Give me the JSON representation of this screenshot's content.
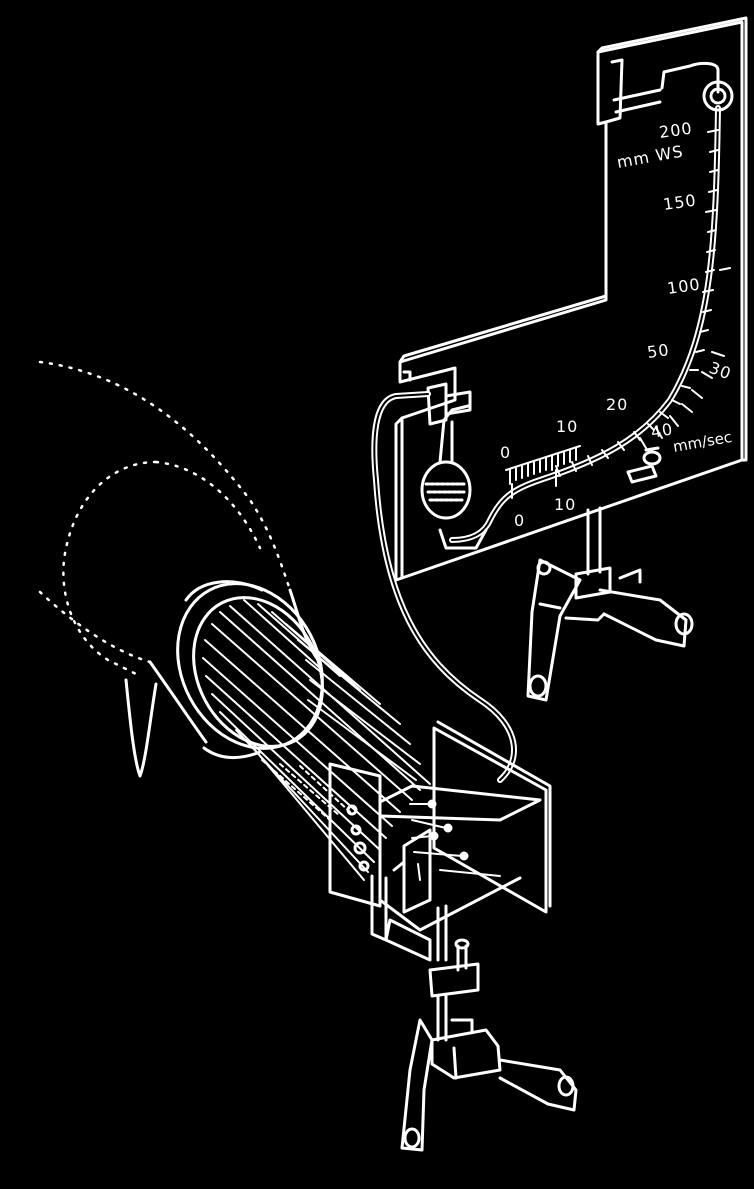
{
  "figure": {
    "background": "#000000",
    "ink": "#ffffff",
    "manometer": {
      "pressure_unit": "mm WS",
      "pressure_scale": [
        "200",
        "150",
        "100",
        "50"
      ],
      "velocity_unit": "mm/sec",
      "velocity_scale_outer": [
        "0",
        "10",
        "20",
        "30",
        "40"
      ],
      "velocity_scale_inner": [
        "0",
        "10"
      ]
    }
  }
}
